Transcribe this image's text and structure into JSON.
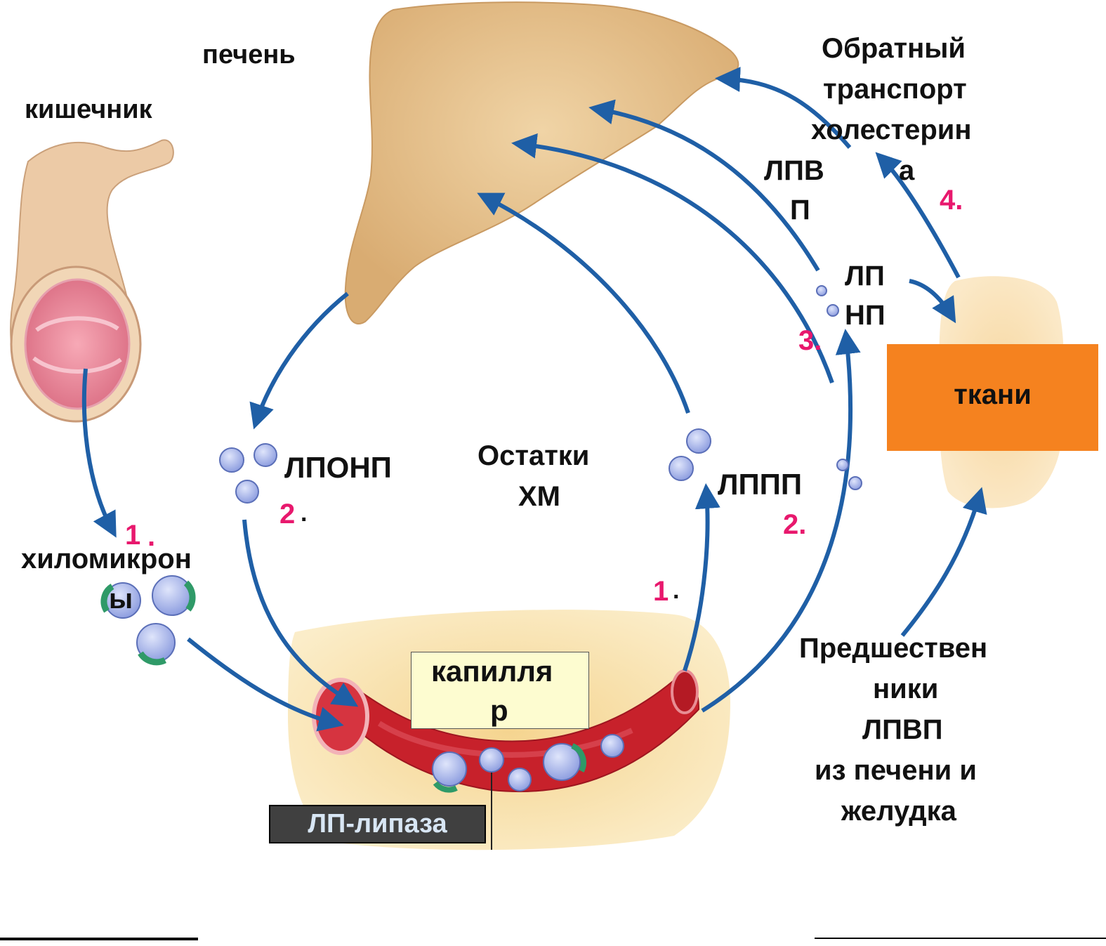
{
  "labels": {
    "pechen": "печень",
    "kishechnik": "кишечник",
    "obratny_1": "Обратный",
    "obratny_2": "транспорт",
    "obratny_3": "холестерин",
    "obratny_4": "а",
    "lpvp_1": "ЛПВ",
    "lpvp_2": "П",
    "lpnp_1": "ЛП",
    "lpnp_2": "НП",
    "lponp": "ЛПОНП",
    "ostatki_1": "Остатки",
    "ostatki_2": "ХМ",
    "lppp": "ЛППП",
    "hilomikron_1": "хиломикрон",
    "hilomikron_2": "ы",
    "tkani": "ткани",
    "kapillyar_1": "капилля",
    "kapillyar_2": "р",
    "lp_lipaza": "ЛП-липаза",
    "predshest_1": "Предшествен",
    "predshest_2": "ники",
    "predshest_3": "ЛПВП",
    "predshest_4": "из печени и",
    "predshest_5": "желудка"
  },
  "steps": {
    "s1_left": "1",
    "s1_dot": ".",
    "s2_left": "2",
    "s2_dot": ".",
    "s1_mid": "1",
    "s1_mid_dot": ".",
    "s2_right": "2.",
    "s3": "3.",
    "s4": "4."
  },
  "colors": {
    "arrow": "#1f5fa6",
    "step_number": "#e8186d",
    "tissue_box": "#f5821f",
    "capillary_box": "#fdfcd0",
    "lipase_box": "#404040",
    "lipase_text": "#d8e6f4",
    "liver": "#e2bd88",
    "intestine": "#eac9a4",
    "vessel": "#c9202a",
    "tissue_bg": "#f6d8a0",
    "particle": "#a9b6e8",
    "particle_coat": "#5cbf8c"
  }
}
